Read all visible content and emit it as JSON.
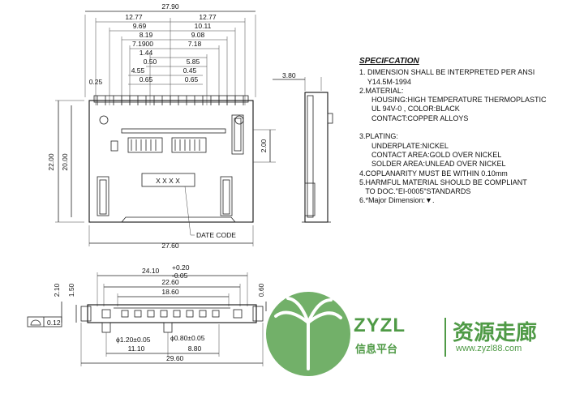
{
  "top_view": {
    "overall_width": "27.90",
    "dims": [
      "12.77",
      "12.77",
      "9.69",
      "10.11",
      "8.19",
      "9.08",
      "7.1900",
      "7.18",
      "1.44",
      "5.85",
      "0.50",
      "0.45",
      "4.55",
      "0.65",
      "0.65",
      "0.25"
    ],
    "right_dim": "3.80",
    "height_dim": "22.00",
    "left_dim": "20.00",
    "pin_dim": "2.00",
    "marking": "X X X X",
    "date_code_label": "DATE CODE",
    "bottom_width": "27.60"
  },
  "front_view": {
    "width_upper": "24.10",
    "tol_plus": "+0.20",
    "tol_minus": "-0.05",
    "w2": "22.60",
    "w3": "18.60",
    "h1": "2.10",
    "h2": "1.50",
    "h3": "0.60",
    "flatness": "0.12",
    "hole_left": "ϕ1.20±0.05",
    "hole_right": "ϕ0.80±0.05",
    "pos_left": "11.10",
    "pos_right": "8.80",
    "overall_bottom": "29.60"
  },
  "spec": {
    "title": "SPECIFCATION",
    "lines": [
      "1. DIMENSION SHALL BE INTERPRETED PER ANSI",
      "    Y14.5M-1994",
      "2.MATERIAL:",
      "      HOUSING:HIGH TEMPERATURE THERMOPLASTIC",
      "      UL 94V-0 , COLOR:BLACK",
      "      CONTACT:COPPER ALLOYS",
      "",
      "3.PLATING:",
      "      UNDERPLATE:NICKEL",
      "      CONTACT AREA:GOLD OVER NICKEL",
      "      SOLDER AREA:UNLEAD OVER NICKEL",
      "4.COPLANARITY MUST BE WITHIN 0.10mm",
      "5.HARMFUL MATERIAL SHOULD BE COMPLIANT",
      "   TO DOC.\"EI-0005\"STANDARDS",
      "6.*Major Dimension:▼."
    ]
  },
  "watermark": {
    "brand": "ZYZL",
    "sub": "信息平台",
    "cn": "资源走廊",
    "url": "www.zyzl88.com",
    "color": "#4f9a46"
  }
}
